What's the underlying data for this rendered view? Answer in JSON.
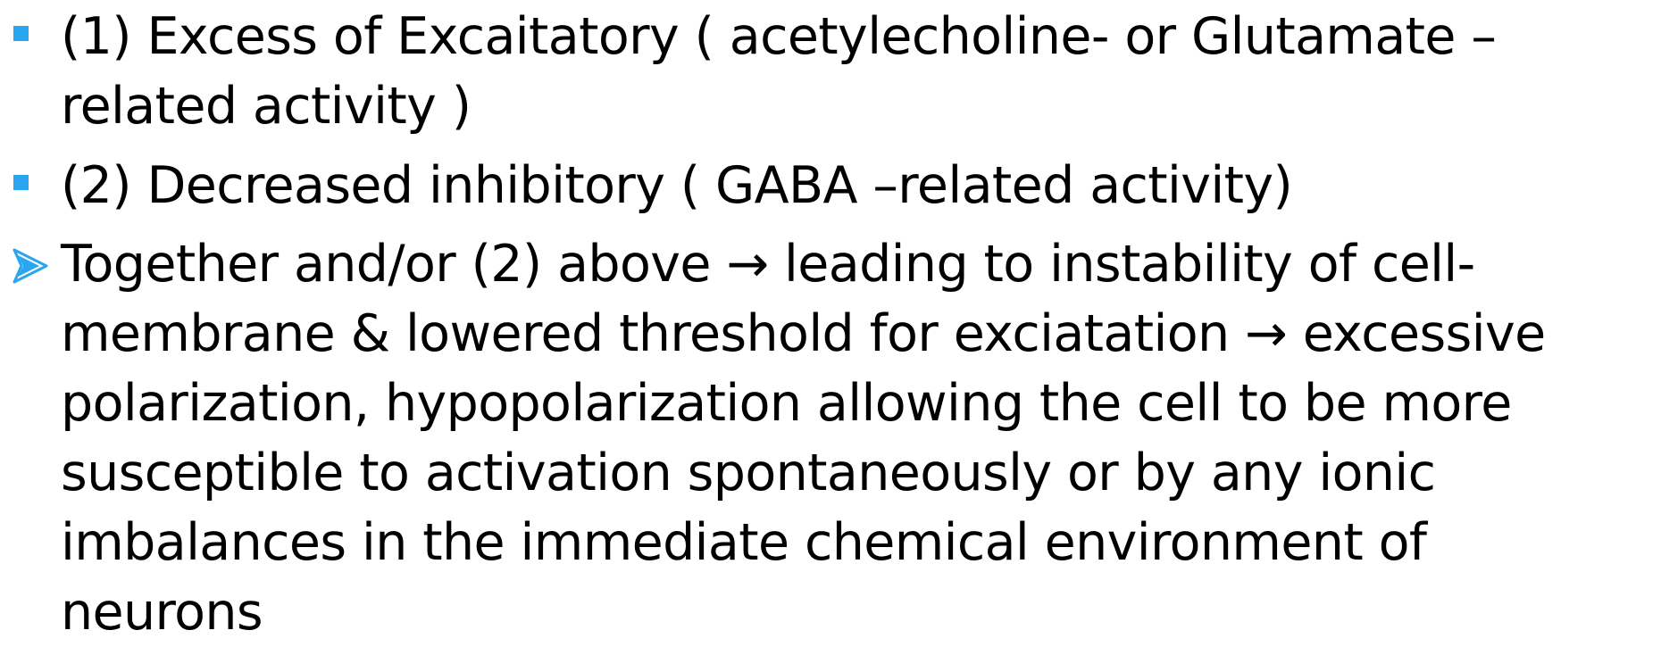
{
  "slide": {
    "bullet_color": "#2aa6f0",
    "items": [
      {
        "bullet": "square",
        "lines": [
          "(1) Excess of Excaitatory ( acetylecholine-  or Glutamate –",
          "related activity )"
        ]
      },
      {
        "bullet": "square",
        "lines": [
          "(2) Decreased inhibitory ( GABA –related activity)"
        ]
      },
      {
        "bullet": "arrow",
        "lines": [
          "Together and/or (2) above → leading to instability of cell-",
          "membrane & lowered threshold for exciatation → excessive",
          "polarization, hypopolarization  allowing the cell to be more",
          "susceptible to activation spontaneously or by any ionic",
          "imbalances in the immediate chemical environment of",
          "neurons"
        ]
      }
    ]
  }
}
